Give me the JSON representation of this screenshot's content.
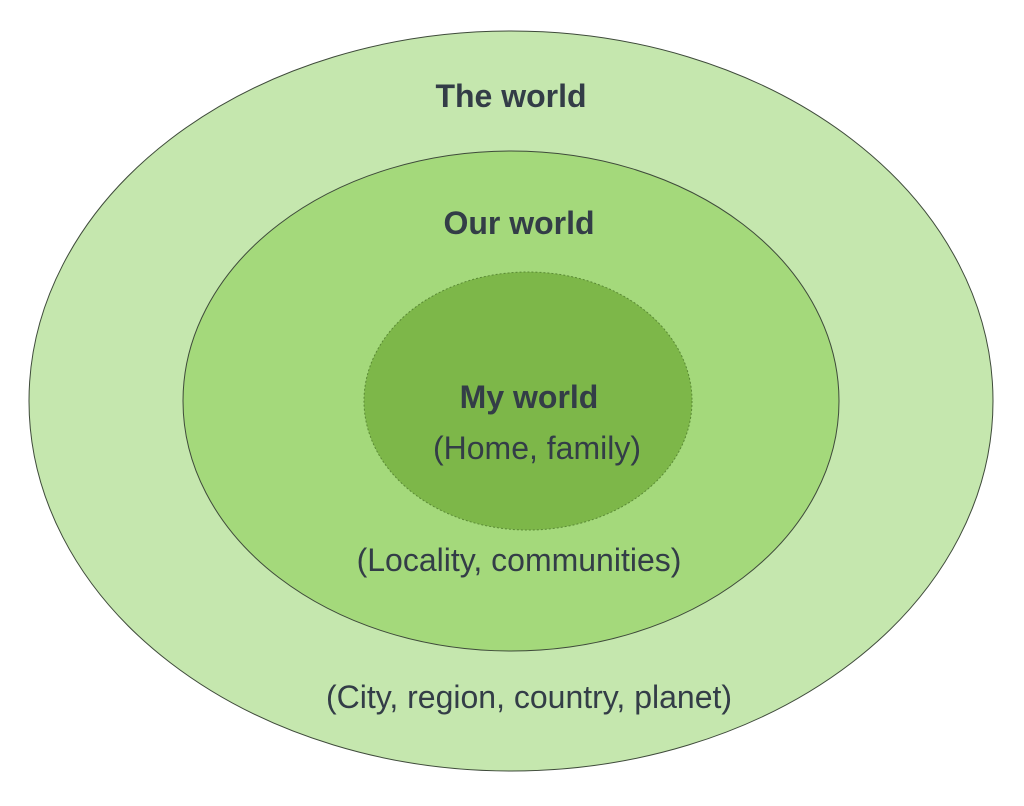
{
  "diagram": {
    "outer": {
      "title": "The world",
      "subtitle": "(City, region, country, planet)",
      "fill": "#c5e7ae"
    },
    "middle": {
      "title": "Our world",
      "subtitle": "(Locality, communities)",
      "fill": "#a4d97b"
    },
    "inner": {
      "title": "My world",
      "subtitle": "(Home, family)",
      "fill": "#7db749"
    },
    "stroke": "#3e4a3a",
    "text_color": "#333d47"
  }
}
